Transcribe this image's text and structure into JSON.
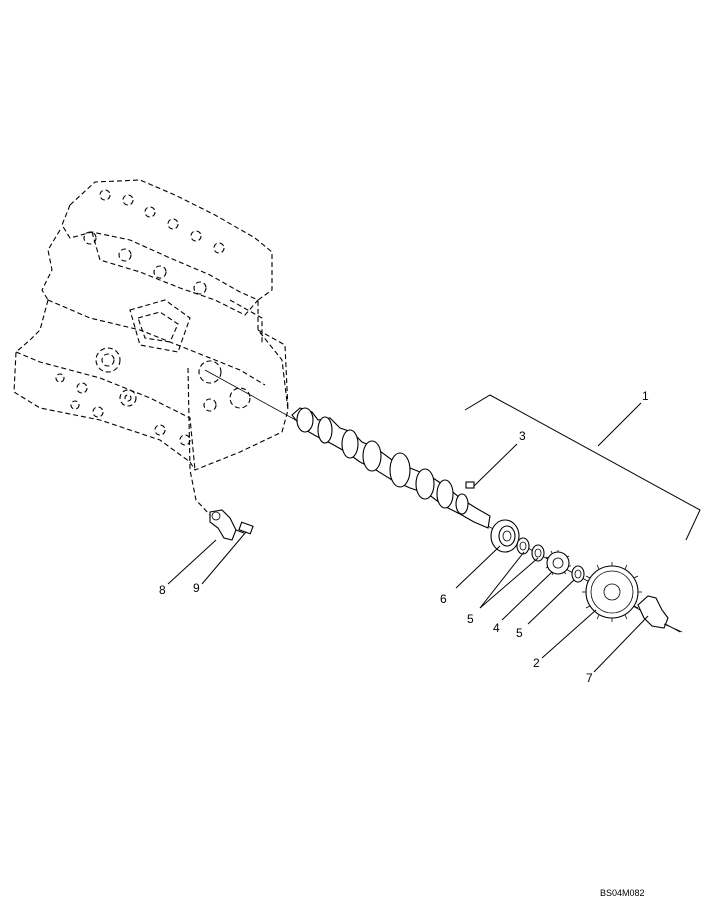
{
  "diagram": {
    "callouts": [
      {
        "id": "c1",
        "label": "1"
      },
      {
        "id": "c2",
        "label": "2"
      },
      {
        "id": "c3",
        "label": "3"
      },
      {
        "id": "c4",
        "label": "4"
      },
      {
        "id": "c5a",
        "label": "5"
      },
      {
        "id": "c5b",
        "label": "5"
      },
      {
        "id": "c6",
        "label": "6"
      },
      {
        "id": "c7",
        "label": "7"
      },
      {
        "id": "c8",
        "label": "8"
      },
      {
        "id": "c9",
        "label": "9"
      }
    ],
    "drawing_code": "BS04M082"
  }
}
